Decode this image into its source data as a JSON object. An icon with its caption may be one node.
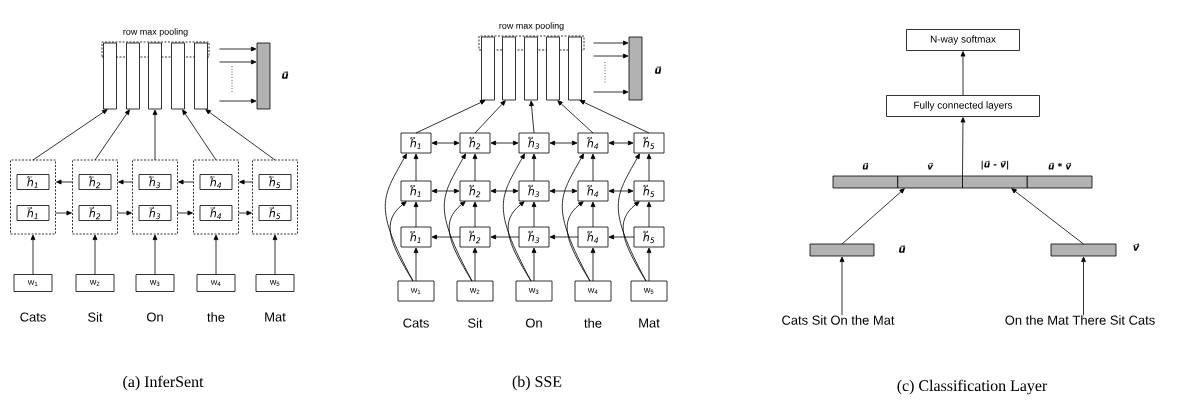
{
  "diagram": {
    "nodes": [
      {
        "text": [
          "row max pooling"
        ]
      },
      {
        "text": [],
        "shape": "bar"
      },
      {
        "text": [],
        "shape": "bar"
      },
      {
        "text": [],
        "shape": "bar"
      },
      {
        "text": [],
        "shape": "bar"
      },
      {
        "text": [],
        "shape": "bar"
      },
      {
        "text": [],
        "shape": "bar",
        "beside": [
          "u⃗"
        ]
      },
      {
        "text": [],
        "shape": "box"
      },
      {
        "text": [
          "h⃖$_{1}$"
        ],
        "in": 7
      },
      {
        "text": [
          "h⃗$_{1}$"
        ],
        "in": 7
      },
      {
        "text": [],
        "shape": "box"
      },
      {
        "text": [
          "h⃖$_{2}$"
        ],
        "in": 10
      },
      {
        "text": [
          "h⃗$_{2}$"
        ],
        "in": 10
      },
      {
        "text": [],
        "shape": "box"
      },
      {
        "text": [
          "h⃖$_{3}$"
        ],
        "in": 13
      },
      {
        "text": [
          "h⃗$_{3}$"
        ],
        "in": 13
      },
      {
        "text": [],
        "shape": "box"
      },
      {
        "text": [
          "h⃖$_{4}$"
        ],
        "in": 16
      },
      {
        "text": [
          "h⃗$_{4}$"
        ],
        "in": 16
      },
      {
        "text": [],
        "shape": "box"
      },
      {
        "text": [
          "h⃖$_{5}$"
        ],
        "in": 19
      },
      {
        "text": [
          "h⃗$_{5}$"
        ],
        "in": 19
      },
      {
        "text": [
          "w$_{1}$"
        ]
      },
      {
        "text": [
          "w$_{2}$"
        ]
      },
      {
        "text": [
          "w$_{3}$"
        ]
      },
      {
        "text": [
          "w$_{4}$"
        ]
      },
      {
        "text": [
          "w$_{5}$"
        ]
      },
      {
        "text": [
          "row max pooling"
        ]
      },
      {
        "text": [],
        "shape": "bar"
      },
      {
        "text": [],
        "shape": "bar"
      },
      {
        "text": [],
        "shape": "bar"
      },
      {
        "text": [],
        "shape": "bar"
      },
      {
        "text": [],
        "shape": "bar"
      },
      {
        "text": [],
        "shape": "bar",
        "beside": [
          "u⃗"
        ]
      },
      {
        "text": [
          "h⃡$_{1}$"
        ]
      },
      {
        "text": [
          "h⃡$_{2}$"
        ]
      },
      {
        "text": [
          "h⃡$_{3}$"
        ]
      },
      {
        "text": [
          "h⃡$_{4}$"
        ]
      },
      {
        "text": [
          "h⃡$_{5}$"
        ]
      },
      {
        "text": [
          "h⃡$_{1}$"
        ]
      },
      {
        "text": [
          "h⃡$_{2}$"
        ]
      },
      {
        "text": [
          "h⃡$_{3}$"
        ]
      },
      {
        "text": [
          "h⃡$_{4}$"
        ]
      },
      {
        "text": [
          "h⃡$_{5}$"
        ]
      },
      {
        "text": [
          "h⃡$_{1}$"
        ]
      },
      {
        "text": [
          "h⃡$_{2}$"
        ]
      },
      {
        "text": [
          "h⃡$_{3}$"
        ]
      },
      {
        "text": [
          "h⃡$_{4}$"
        ]
      },
      {
        "text": [
          "h⃡$_{5}$"
        ]
      },
      {
        "text": [
          "w$_{1}$"
        ]
      },
      {
        "text": [
          "w$_{2}$"
        ]
      },
      {
        "text": [
          "w$_{3}$"
        ]
      },
      {
        "text": [
          "w$_{4}$"
        ]
      },
      {
        "text": [
          "w$_{5}$"
        ]
      },
      {
        "text": [
          "N-way softmax"
        ]
      },
      {
        "text": [
          "Fully connected layers"
        ]
      },
      {
        "text": [
          "u⃗"
        ]
      },
      {
        "text": [
          "v⃗"
        ]
      },
      {
        "text": [
          "|u⃗ - v⃗|"
        ]
      },
      {
        "text": [
          "u⃗ * v⃗"
        ]
      },
      {
        "text": [],
        "shape": "bar",
        "beside": [
          "u⃗"
        ]
      },
      {
        "text": [],
        "shape": "bar",
        "beside": [
          "v⃗"
        ]
      },
      {
        "text": [
          "Cats Sit On the Mat"
        ]
      },
      {
        "text": [
          "On the Mat There Sit Cats"
        ]
      }
    ],
    "edges": [
      {
        "from": 5,
        "to": 6,
        "arrow": "to"
      },
      {
        "from": 5,
        "to": 6,
        "arrow": "to"
      },
      {
        "from": 5,
        "to": 6,
        "arrow": "to"
      },
      {
        "from": 7,
        "to": 1,
        "arrow": "to"
      },
      {
        "from": 10,
        "to": 2,
        "arrow": "to"
      },
      {
        "from": 13,
        "to": 3,
        "arrow": "to"
      },
      {
        "from": 16,
        "to": 4,
        "arrow": "to"
      },
      {
        "from": 19,
        "to": 5,
        "arrow": "to"
      },
      {
        "from": 10,
        "to": 7,
        "arrow": "to"
      },
      {
        "from": 13,
        "to": 10,
        "arrow": "to"
      },
      {
        "from": 16,
        "to": 13,
        "arrow": "to"
      },
      {
        "from": 19,
        "to": 16,
        "arrow": "to"
      },
      {
        "from": 7,
        "to": 10,
        "arrow": "to"
      },
      {
        "from": 10,
        "to": 13,
        "arrow": "to"
      },
      {
        "from": 13,
        "to": 16,
        "arrow": "to"
      },
      {
        "from": 16,
        "to": 19,
        "arrow": "to"
      },
      {
        "from": 22,
        "to": 7,
        "arrow": "to"
      },
      {
        "from": 23,
        "to": 10,
        "arrow": "to"
      },
      {
        "from": 24,
        "to": 13,
        "arrow": "to"
      },
      {
        "from": 25,
        "to": 16,
        "arrow": "to"
      },
      {
        "from": 26,
        "to": 19,
        "arrow": "to"
      },
      {
        "from": 32,
        "to": 33,
        "arrow": "to"
      },
      {
        "from": 32,
        "to": 33,
        "arrow": "to"
      },
      {
        "from": 32,
        "to": 33,
        "arrow": "to"
      },
      {
        "from": 34,
        "to": 28,
        "arrow": "to"
      },
      {
        "from": 35,
        "to": 29,
        "arrow": "to"
      },
      {
        "from": 36,
        "to": 30,
        "arrow": "to"
      },
      {
        "from": 37,
        "to": 31,
        "arrow": "to"
      },
      {
        "from": 38,
        "to": 32,
        "arrow": "to"
      },
      {
        "from": 34,
        "to": 35,
        "arrow": "both"
      },
      {
        "from": 35,
        "to": 36,
        "arrow": "both"
      },
      {
        "from": 36,
        "to": 37,
        "arrow": "both"
      },
      {
        "from": 37,
        "to": 38,
        "arrow": "both"
      },
      {
        "from": 39,
        "to": 40,
        "arrow": "both"
      },
      {
        "from": 40,
        "to": 41,
        "arrow": "both"
      },
      {
        "from": 41,
        "to": 42,
        "arrow": "both"
      },
      {
        "from": 42,
        "to": 43,
        "arrow": "both"
      },
      {
        "from": 45,
        "to": 44,
        "arrow": "to"
      },
      {
        "from": 46,
        "to": 45,
        "arrow": "to"
      },
      {
        "from": 47,
        "to": 46,
        "arrow": "to"
      },
      {
        "from": 48,
        "to": 47,
        "arrow": "to"
      },
      {
        "from": 44,
        "to": 39,
        "arrow": "to"
      },
      {
        "from": 39,
        "to": 34,
        "arrow": "to"
      },
      {
        "from": 49,
        "to": 44,
        "arrow": "to"
      },
      {
        "from": 49,
        "to": 39,
        "arrow": "to"
      },
      {
        "from": 49,
        "to": 34,
        "arrow": "to"
      },
      {
        "from": 45,
        "to": 40,
        "arrow": "to"
      },
      {
        "from": 40,
        "to": 35,
        "arrow": "to"
      },
      {
        "from": 50,
        "to": 45,
        "arrow": "to"
      },
      {
        "from": 50,
        "to": 40,
        "arrow": "to"
      },
      {
        "from": 50,
        "to": 35,
        "arrow": "to"
      },
      {
        "from": 46,
        "to": 41,
        "arrow": "to"
      },
      {
        "from": 41,
        "to": 36,
        "arrow": "to"
      },
      {
        "from": 51,
        "to": 46,
        "arrow": "to"
      },
      {
        "from": 51,
        "to": 41,
        "arrow": "to"
      },
      {
        "from": 51,
        "to": 36,
        "arrow": "to"
      },
      {
        "from": 47,
        "to": 42,
        "arrow": "to"
      },
      {
        "from": 42,
        "to": 37,
        "arrow": "to"
      },
      {
        "from": 52,
        "to": 47,
        "arrow": "to"
      },
      {
        "from": 52,
        "to": 42,
        "arrow": "to"
      },
      {
        "from": 52,
        "to": 37,
        "arrow": "to"
      },
      {
        "from": 48,
        "to": 43,
        "arrow": "to"
      },
      {
        "from": 43,
        "to": 38,
        "arrow": "to"
      },
      {
        "from": 53,
        "to": 48,
        "arrow": "to"
      },
      {
        "from": 53,
        "to": 43,
        "arrow": "to"
      },
      {
        "from": 53,
        "to": 38,
        "arrow": "to"
      },
      {
        "from": 55,
        "to": 54,
        "arrow": "to"
      },
      {
        "from": 57,
        "to": 55,
        "arrow": "to"
      },
      {
        "from": 60,
        "to": 57,
        "arrow": "to"
      },
      {
        "from": 61,
        "to": 58,
        "arrow": "to"
      },
      {
        "from": 62,
        "to": 60,
        "arrow": "to"
      },
      {
        "from": 63,
        "to": 61,
        "arrow": "to"
      }
    ],
    "labels": [
      "Cats",
      "Sit",
      "On",
      "the",
      "Mat",
      "(a) InferSent",
      "Cats",
      "Sit",
      "On",
      "the",
      "Mat",
      "(b) SSE",
      "(c) Classification Layer"
    ]
  }
}
